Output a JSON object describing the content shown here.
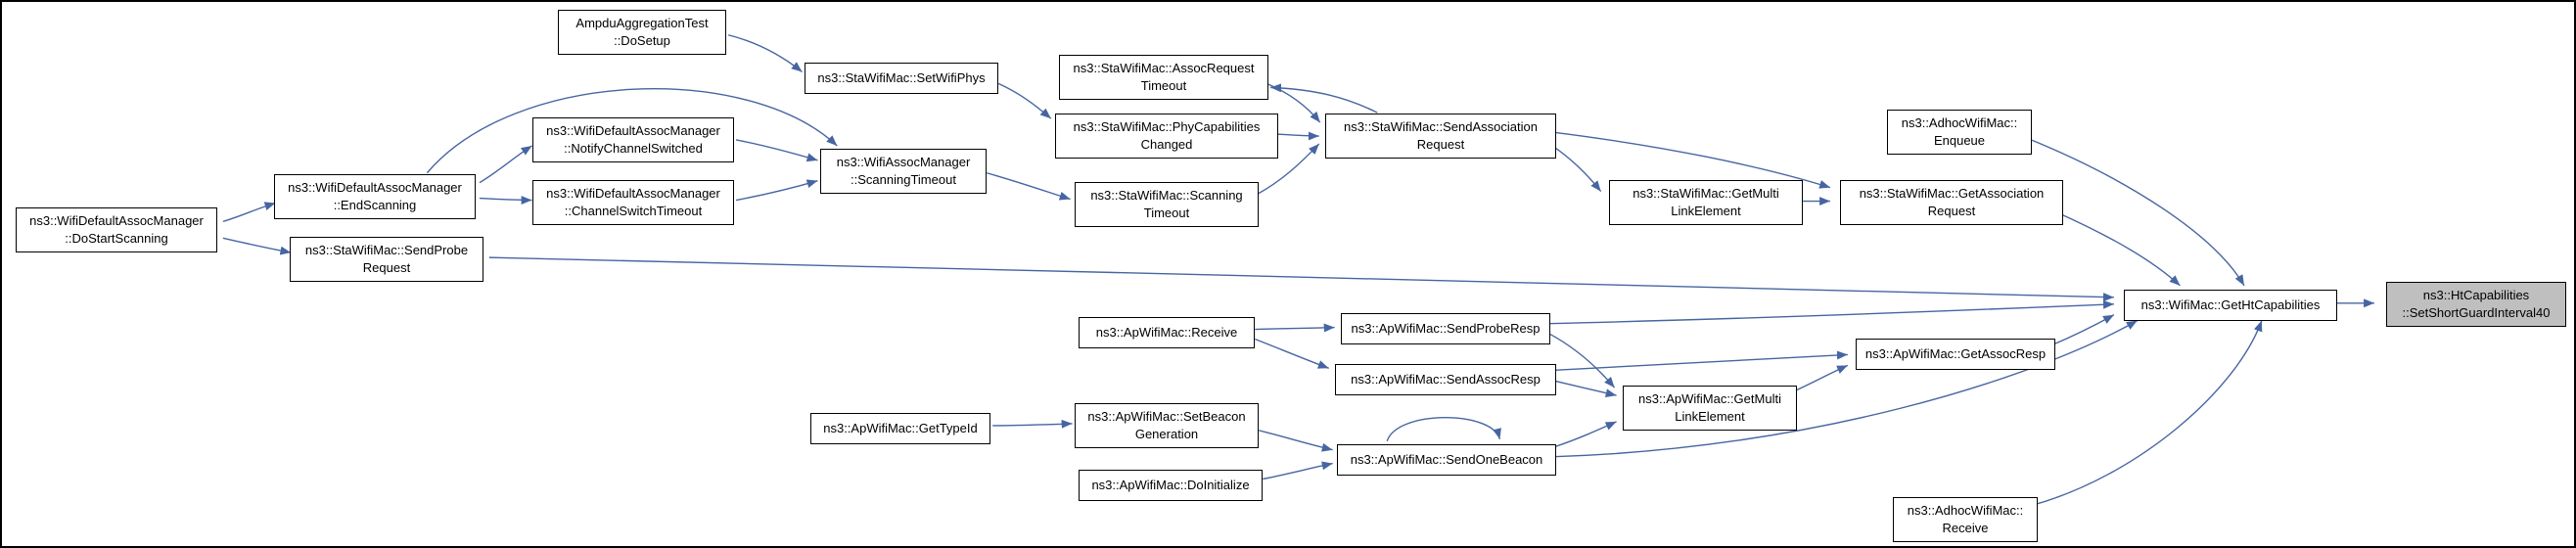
{
  "diagram": {
    "type": "doxygen-caller-graph",
    "highlighted_function": "ns3::HtCapabilities::SetShortGuardInterval40"
  },
  "colors": {
    "edge": "#4665A2",
    "node_border": "#000000",
    "node_fill": "#FFFFFF",
    "highlight_fill": "#BFBFBF",
    "background": "#FFFFFF",
    "text": "#000000"
  },
  "nodes": {
    "do_start_scanning": {
      "line1": "ns3::WifiDefaultAssocManager",
      "line2": "::DoStartScanning"
    },
    "ampdu_dosetup": {
      "line1": "AmpduAggregationTest",
      "line2": "::DoSetup"
    },
    "end_scanning": {
      "line1": "ns3::WifiDefaultAssocManager",
      "line2": "::EndScanning"
    },
    "send_probe_request": {
      "line1": "ns3::StaWifiMac::SendProbe",
      "line2": "Request"
    },
    "notify_channel_switched": {
      "line1": "ns3::WifiDefaultAssocManager",
      "line2": "::NotifyChannelSwitched"
    },
    "channel_switch_timeout": {
      "line1": "ns3::WifiDefaultAssocManager",
      "line2": "::ChannelSwitchTimeout"
    },
    "set_wifi_phys": {
      "line1": "ns3::StaWifiMac::SetWifiPhys"
    },
    "wam_scanning_timeout": {
      "line1": "ns3::WifiAssocManager",
      "line2": "::ScanningTimeout"
    },
    "assoc_request_timeout": {
      "line1": "ns3::StaWifiMac::AssocRequest",
      "line2": "Timeout"
    },
    "phy_capabilities_changed": {
      "line1": "ns3::StaWifiMac::PhyCapabilities",
      "line2": "Changed"
    },
    "sta_scanning_timeout": {
      "line1": "ns3::StaWifiMac::Scanning",
      "line2": "Timeout"
    },
    "send_association_request": {
      "line1": "ns3::StaWifiMac::SendAssociation",
      "line2": "Request"
    },
    "adhoc_enqueue": {
      "line1": "ns3::AdhocWifiMac::",
      "line2": "Enqueue"
    },
    "sta_get_multi_link": {
      "line1": "ns3::StaWifiMac::GetMulti",
      "line2": "LinkElement"
    },
    "sta_get_assoc_request": {
      "line1": "ns3::StaWifiMac::GetAssociation",
      "line2": "Request"
    },
    "get_ht_capabilities": {
      "line1": "ns3::WifiMac::GetHtCapabilities"
    },
    "set_sgi40": {
      "line1": "ns3::HtCapabilities",
      "line2": "::SetShortGuardInterval40"
    },
    "ap_receive": {
      "line1": "ns3::ApWifiMac::Receive"
    },
    "send_probe_resp": {
      "line1": "ns3::ApWifiMac::SendProbeResp"
    },
    "send_assoc_resp": {
      "line1": "ns3::ApWifiMac::SendAssocResp"
    },
    "get_assoc_resp": {
      "line1": "ns3::ApWifiMac::GetAssocResp"
    },
    "ap_get_multi_link": {
      "line1": "ns3::ApWifiMac::GetMulti",
      "line2": "LinkElement"
    },
    "get_type_id": {
      "line1": "ns3::ApWifiMac::GetTypeId"
    },
    "set_beacon_generation": {
      "line1": "ns3::ApWifiMac::SetBeacon",
      "line2": "Generation"
    },
    "do_initialize": {
      "line1": "ns3::ApWifiMac::DoInitialize"
    },
    "send_one_beacon": {
      "line1": "ns3::ApWifiMac::SendOneBeacon"
    },
    "adhoc_receive": {
      "line1": "ns3::AdhocWifiMac::",
      "line2": "Receive"
    }
  },
  "edges": [
    [
      "ampdu_dosetup",
      "set_wifi_phys"
    ],
    [
      "set_wifi_phys",
      "phy_capabilities_changed"
    ],
    [
      "do_start_scanning",
      "end_scanning"
    ],
    [
      "do_start_scanning",
      "send_probe_request"
    ],
    [
      "end_scanning",
      "notify_channel_switched"
    ],
    [
      "end_scanning",
      "channel_switch_timeout"
    ],
    [
      "end_scanning",
      "wam_scanning_timeout"
    ],
    [
      "notify_channel_switched",
      "wam_scanning_timeout"
    ],
    [
      "channel_switch_timeout",
      "wam_scanning_timeout"
    ],
    [
      "wam_scanning_timeout",
      "sta_scanning_timeout"
    ],
    [
      "sta_scanning_timeout",
      "send_association_request"
    ],
    [
      "phy_capabilities_changed",
      "send_association_request"
    ],
    [
      "assoc_request_timeout",
      "send_association_request"
    ],
    [
      "send_association_request",
      "assoc_request_timeout"
    ],
    [
      "send_association_request",
      "sta_get_multi_link"
    ],
    [
      "send_association_request",
      "sta_get_assoc_request"
    ],
    [
      "sta_get_multi_link",
      "sta_get_assoc_request"
    ],
    [
      "sta_get_assoc_request",
      "get_ht_capabilities"
    ],
    [
      "adhoc_enqueue",
      "get_ht_capabilities"
    ],
    [
      "send_probe_request",
      "get_ht_capabilities"
    ],
    [
      "ap_receive",
      "send_probe_resp"
    ],
    [
      "ap_receive",
      "send_assoc_resp"
    ],
    [
      "send_probe_resp",
      "get_ht_capabilities"
    ],
    [
      "send_probe_resp",
      "ap_get_multi_link"
    ],
    [
      "send_assoc_resp",
      "get_assoc_resp"
    ],
    [
      "send_assoc_resp",
      "ap_get_multi_link"
    ],
    [
      "ap_get_multi_link",
      "get_assoc_resp"
    ],
    [
      "get_assoc_resp",
      "get_ht_capabilities"
    ],
    [
      "get_type_id",
      "set_beacon_generation"
    ],
    [
      "set_beacon_generation",
      "send_one_beacon"
    ],
    [
      "do_initialize",
      "send_one_beacon"
    ],
    [
      "send_one_beacon",
      "send_one_beacon"
    ],
    [
      "send_one_beacon",
      "ap_get_multi_link"
    ],
    [
      "send_one_beacon",
      "get_ht_capabilities"
    ],
    [
      "adhoc_receive",
      "get_ht_capabilities"
    ],
    [
      "get_ht_capabilities",
      "set_sgi40"
    ]
  ]
}
